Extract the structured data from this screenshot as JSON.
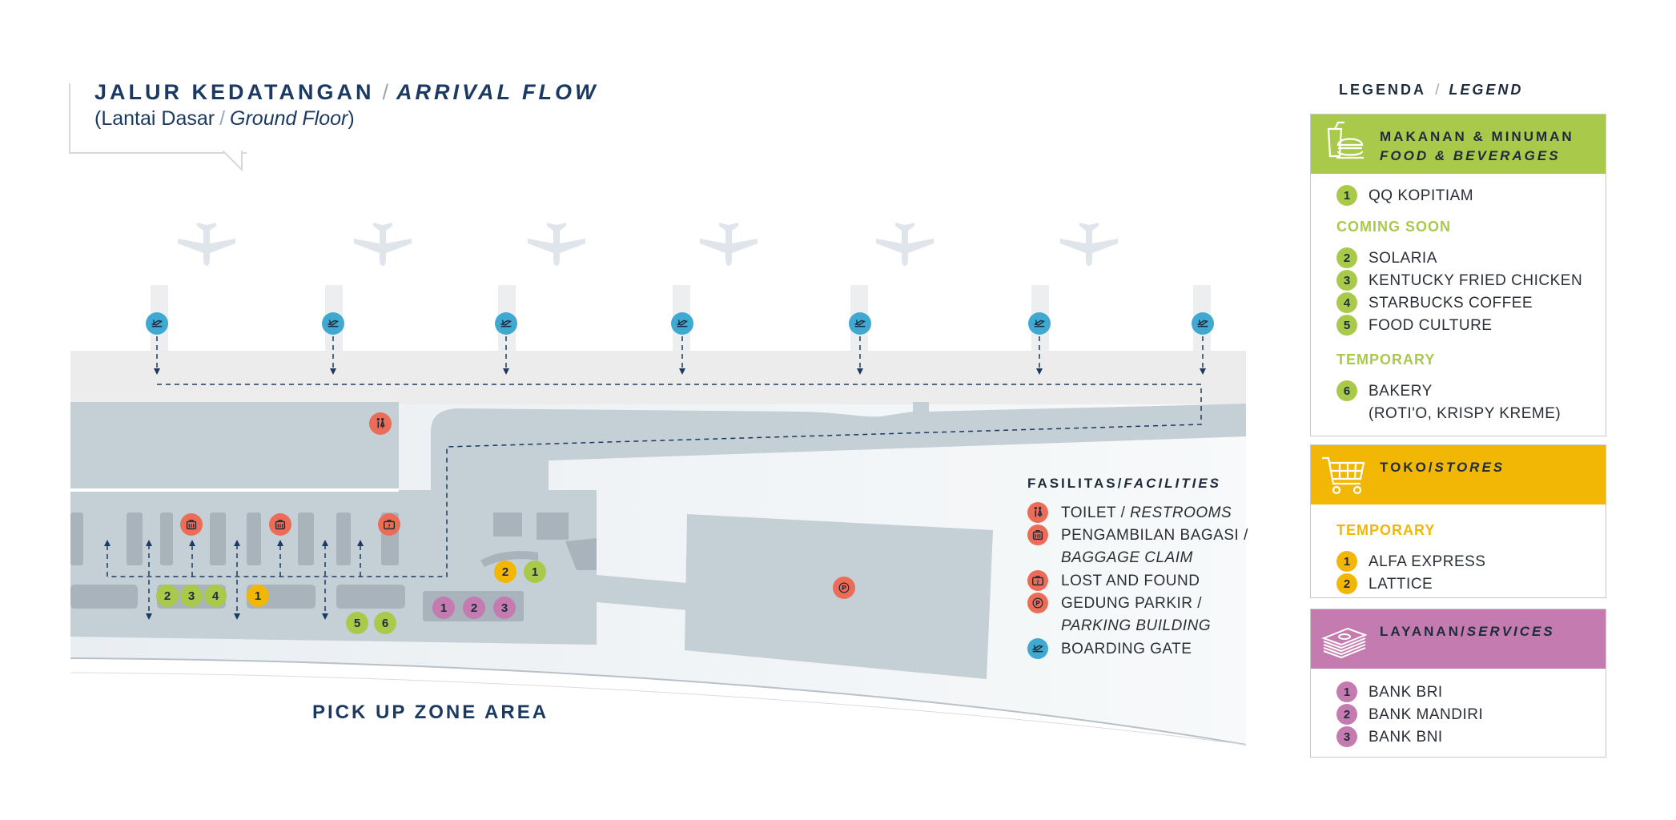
{
  "title": {
    "main_id": "JALUR KEDATANGAN",
    "main_sep": "/",
    "main_en": "ARRIVAL FLOW",
    "sub_open": "(Lantai Dasar",
    "sub_sep": "/",
    "sub_en": "Ground Floor",
    "sub_close": ")"
  },
  "map": {
    "pickup_label": "PICK UP ZONE AREA",
    "boarding_gate_count": 7,
    "map_markers": {
      "food": [
        "2",
        "3",
        "4",
        "5",
        "6",
        "1"
      ],
      "stores": [
        "1",
        "2"
      ],
      "services": [
        "1",
        "2",
        "3"
      ]
    }
  },
  "facilities": {
    "title_id": "FASILITAS",
    "title_sep": "/",
    "title_en": "FACILITIES",
    "items": [
      {
        "icon": "restroom-icon",
        "label_id": "TOILET / ",
        "label_en": "RESTROOMS"
      },
      {
        "icon": "baggage-claim-icon",
        "label_id": "PENGAMBILAN BAGASI /",
        "label_en": "BAGGAGE CLAIM"
      },
      {
        "icon": "lost-and-found-icon",
        "label_id": "LOST AND FOUND",
        "label_en": ""
      },
      {
        "icon": "parking-icon",
        "label_id": "GEDUNG PARKIR /",
        "label_en": "PARKING BUILDING"
      },
      {
        "icon": "boarding-gate-icon",
        "label_id": "BOARDING GATE",
        "label_en": ""
      }
    ]
  },
  "legend": {
    "title_id": "LEGENDA",
    "title_sep": "/",
    "title_en": "LEGEND",
    "food": {
      "color": "#a9c94b",
      "icon": "food-beverage-icon",
      "title_id": "MAKANAN & MINUMAN",
      "title_en": "FOOD & BEVERAGES",
      "items": [
        {
          "num": "1",
          "name": "QQ KOPITIAM"
        }
      ],
      "coming_soon_label": "COMING SOON",
      "coming_soon": [
        {
          "num": "2",
          "name": "SOLARIA"
        },
        {
          "num": "3",
          "name": "KENTUCKY FRIED CHICKEN"
        },
        {
          "num": "4",
          "name": "STARBUCKS COFFEE"
        },
        {
          "num": "5",
          "name": "FOOD CULTURE"
        }
      ],
      "temporary_label": "TEMPORARY",
      "temporary": [
        {
          "num": "6",
          "name": "BAKERY",
          "name2": "(ROTI'O, KRISPY KREME)"
        }
      ]
    },
    "stores": {
      "color": "#f2b705",
      "icon": "shopping-cart-icon",
      "title_id": "TOKO",
      "title_sep": "/",
      "title_en": "STORES",
      "temporary_label": "TEMPORARY",
      "items": [
        {
          "num": "1",
          "name": "ALFA EXPRESS"
        },
        {
          "num": "2",
          "name": "LATTICE"
        }
      ]
    },
    "services": {
      "color": "#c47bb0",
      "icon": "money-stack-icon",
      "title_id": "LAYANAN",
      "title_sep": "/",
      "title_en": "SERVICES",
      "items": [
        {
          "num": "1",
          "name": "BANK BRI"
        },
        {
          "num": "2",
          "name": "BANK MANDIRI"
        },
        {
          "num": "3",
          "name": "BANK BNI"
        }
      ]
    }
  }
}
